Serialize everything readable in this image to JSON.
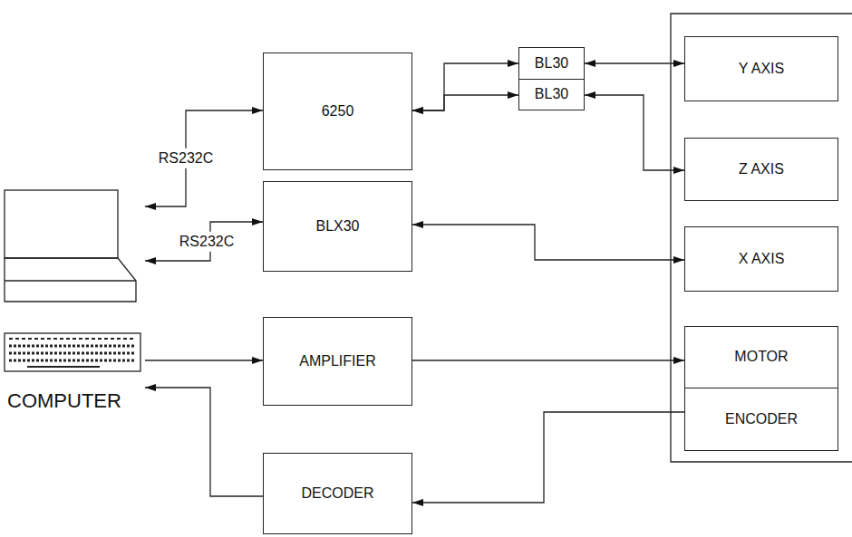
{
  "diagram": {
    "nodes": [
      {
        "text": [
          "6250"
        ]
      },
      {
        "text": [
          "BL30"
        ]
      },
      {
        "text": [
          "BL30"
        ]
      },
      {
        "text": [
          "Y AXIS"
        ]
      },
      {
        "text": [
          "Z AXIS"
        ]
      },
      {
        "text": [
          "BLX30"
        ]
      },
      {
        "text": [
          "X AXIS"
        ]
      },
      {
        "text": [
          "COMPUTER"
        ]
      },
      {
        "text": [
          "AMPLIFIER"
        ]
      },
      {
        "text": [
          "MOTOR"
        ]
      },
      {
        "text": [
          "ENCODER"
        ]
      },
      {
        "text": [
          "DECODER"
        ]
      }
    ],
    "edges": [
      {
        "from": 7,
        "to": 0,
        "arrow": "both",
        "label": "RS232C"
      },
      {
        "from": 7,
        "to": 5,
        "arrow": "both",
        "label": "RS232C"
      },
      {
        "from": 0,
        "to": 1,
        "arrow": "both"
      },
      {
        "from": 0,
        "to": 2,
        "arrow": "both"
      },
      {
        "from": 1,
        "to": 3,
        "arrow": "both"
      },
      {
        "from": 2,
        "to": 4,
        "arrow": "both"
      },
      {
        "from": 5,
        "to": 6,
        "arrow": "both"
      },
      {
        "from": 7,
        "to": 8,
        "arrow": "to"
      },
      {
        "from": 8,
        "to": 9,
        "arrow": "to"
      },
      {
        "from": 10,
        "to": 11,
        "arrow": "to"
      },
      {
        "from": 11,
        "to": 7,
        "arrow": "to"
      }
    ]
  }
}
